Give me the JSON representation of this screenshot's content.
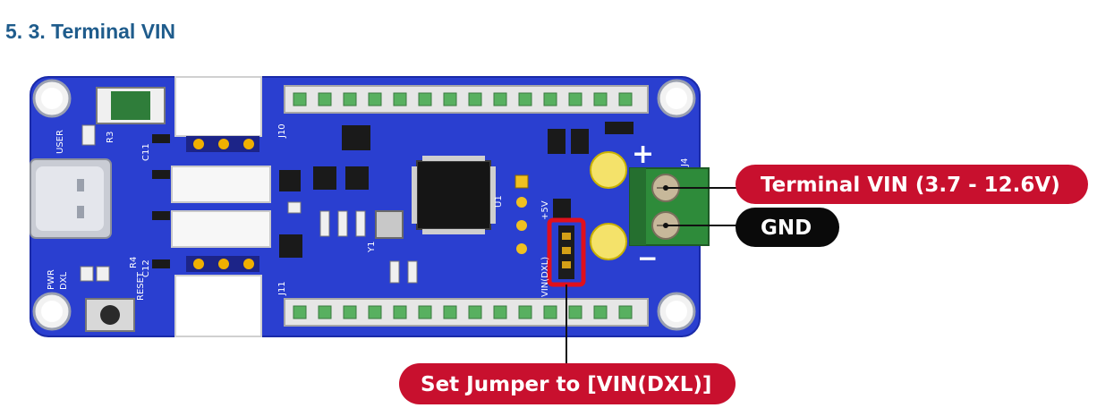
{
  "section": {
    "title": "5. 3. Terminal VIN"
  },
  "callouts": {
    "terminal_vin": "Terminal VIN (3.7 - 12.6V)",
    "gnd": "GND",
    "jumper": "Set Jumper to [VIN(DXL)]"
  },
  "board": {
    "polarity_plus": "+",
    "polarity_minus": "−",
    "silk": {
      "user": "USER",
      "pwr": "PWR",
      "dxl": "DXL",
      "reset": "RESET",
      "vin_dxl": "VIN(DXL)",
      "plus5v": "+5V",
      "j10": "J10",
      "j11": "J11",
      "j4": "J4",
      "u1": "U1",
      "y1": "Y1",
      "r3": "R3",
      "r4": "R4",
      "c11": "C11",
      "c12": "C12"
    }
  },
  "colors": {
    "title": "#1f5c8c",
    "board": "#2a3fd0",
    "board_edge": "#1a2aa8",
    "callout_red": "#c8102e",
    "callout_black": "#0a0a0a",
    "terminal_green": "#2e8b3a",
    "jumper_red": "#e0101c"
  }
}
